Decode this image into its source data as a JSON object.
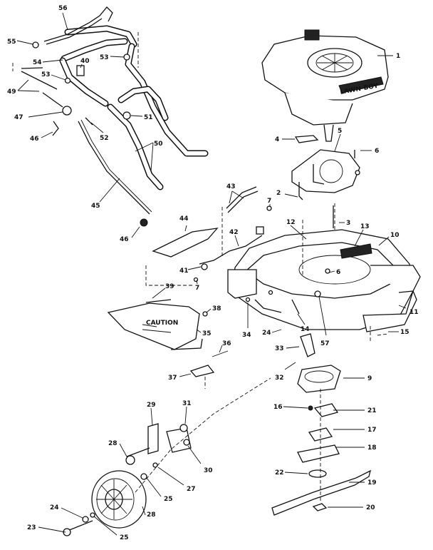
{
  "callouts": [
    {
      "id": "c56",
      "text": "56"
    },
    {
      "id": "c55",
      "text": "55"
    },
    {
      "id": "c54",
      "text": "54"
    },
    {
      "id": "c40",
      "text": "40"
    },
    {
      "id": "c53a",
      "text": "53"
    },
    {
      "id": "c53b",
      "text": "53"
    },
    {
      "id": "c49",
      "text": "49"
    },
    {
      "id": "c47",
      "text": "47"
    },
    {
      "id": "c46a",
      "text": "46"
    },
    {
      "id": "c52",
      "text": "52"
    },
    {
      "id": "c51",
      "text": "51"
    },
    {
      "id": "c50",
      "text": "50"
    },
    {
      "id": "c45",
      "text": "45"
    },
    {
      "id": "c46b",
      "text": "46"
    },
    {
      "id": "c1",
      "text": "1"
    },
    {
      "id": "c4",
      "text": "4"
    },
    {
      "id": "c5",
      "text": "5"
    },
    {
      "id": "c6a",
      "text": "6"
    },
    {
      "id": "c2",
      "text": "2"
    },
    {
      "id": "c43",
      "text": "43"
    },
    {
      "id": "c7a",
      "text": "7"
    },
    {
      "id": "c3",
      "text": "3"
    },
    {
      "id": "c44",
      "text": "44"
    },
    {
      "id": "c12",
      "text": "12"
    },
    {
      "id": "c13",
      "text": "13"
    },
    {
      "id": "c10",
      "text": "10"
    },
    {
      "id": "c42",
      "text": "42"
    },
    {
      "id": "c41",
      "text": "41"
    },
    {
      "id": "c7b",
      "text": "7"
    },
    {
      "id": "c6b",
      "text": "6"
    },
    {
      "id": "c39",
      "text": "39"
    },
    {
      "id": "c38",
      "text": "38"
    },
    {
      "id": "c11",
      "text": "11"
    },
    {
      "id": "c34",
      "text": "34"
    },
    {
      "id": "c24a",
      "text": "24"
    },
    {
      "id": "c14",
      "text": "14"
    },
    {
      "id": "c57",
      "text": "57"
    },
    {
      "id": "c15",
      "text": "15"
    },
    {
      "id": "c35",
      "text": "35"
    },
    {
      "id": "c36",
      "text": "36"
    },
    {
      "id": "c33",
      "text": "33"
    },
    {
      "id": "c37",
      "text": "37"
    },
    {
      "id": "c32",
      "text": "32"
    },
    {
      "id": "c9",
      "text": "9"
    },
    {
      "id": "c16",
      "text": "16"
    },
    {
      "id": "c21",
      "text": "21"
    },
    {
      "id": "c17",
      "text": "17"
    },
    {
      "id": "c18",
      "text": "18"
    },
    {
      "id": "c22",
      "text": "22"
    },
    {
      "id": "c19",
      "text": "19"
    },
    {
      "id": "c20",
      "text": "20"
    },
    {
      "id": "c29",
      "text": "29"
    },
    {
      "id": "c31",
      "text": "31"
    },
    {
      "id": "c28a",
      "text": "28"
    },
    {
      "id": "c30",
      "text": "30"
    },
    {
      "id": "c27",
      "text": "27"
    },
    {
      "id": "c25a",
      "text": "25"
    },
    {
      "id": "c28b",
      "text": "28"
    },
    {
      "id": "c24b",
      "text": "24"
    },
    {
      "id": "c23",
      "text": "23"
    },
    {
      "id": "c25b",
      "text": "25"
    }
  ],
  "deck_logo": "LAWN-BOY",
  "chute_decal": "CAUTION"
}
